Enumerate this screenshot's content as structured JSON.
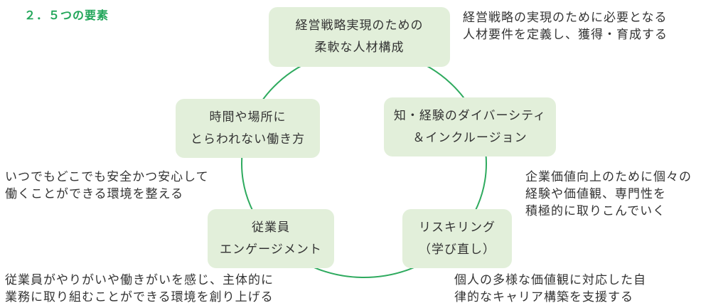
{
  "heading": "２．５つの要素",
  "colors": {
    "heading": "#22a65a",
    "node_fill": "#e2efda",
    "ring": "#2eaa5e"
  },
  "nodes": {
    "talent": [
      "経営戦略実現のための",
      "柔軟な人材構成"
    ],
    "diversity": [
      "知・経験のダイバーシティ",
      "＆インクルージョン"
    ],
    "reskilling": [
      "リスキリング",
      "（学び直し）"
    ],
    "engagement": [
      "従業員",
      "エンゲージメント"
    ],
    "workstyle": [
      "時間や場所に",
      "とらわれない働き方"
    ]
  },
  "descriptions": {
    "talent": [
      "経営戦略の実現のために必要となる",
      "人材要件を定義し、獲得・育成する"
    ],
    "diversity": [
      "企業価値向上のために個々の",
      "経験や価値観、専門性を",
      "積極的に取りこんでいく"
    ],
    "reskilling": [
      "個人の多様な価値観に対応した自",
      "律的なキャリア構築を支援する"
    ],
    "engagement": [
      "従業員がやりがいや働きがいを感じ、主体的に",
      "業務に取り組むことができる環境を創り上げる"
    ],
    "workstyle": [
      "いつでもどこでも安全かつ安心して",
      "働くことができる環境を整える"
    ]
  }
}
